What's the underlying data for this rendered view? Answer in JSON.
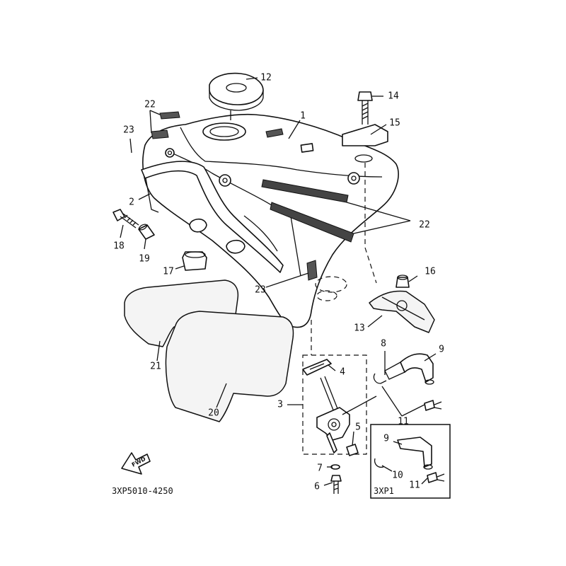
{
  "diagram": {
    "part_code": "3XP5010-4250",
    "direction_label": "FWD",
    "inset_label": "3XP1",
    "callouts": [
      {
        "id": "c12",
        "text": "12"
      },
      {
        "id": "c1",
        "text": "1"
      },
      {
        "id": "c14",
        "text": "14"
      },
      {
        "id": "c15",
        "text": "15"
      },
      {
        "id": "c22a",
        "text": "22"
      },
      {
        "id": "c23a",
        "text": "23"
      },
      {
        "id": "c2",
        "text": "2"
      },
      {
        "id": "c22b",
        "text": "22"
      },
      {
        "id": "c18",
        "text": "18"
      },
      {
        "id": "c19",
        "text": "19"
      },
      {
        "id": "c17",
        "text": "17"
      },
      {
        "id": "c16",
        "text": "16"
      },
      {
        "id": "c23b",
        "text": "23"
      },
      {
        "id": "c13",
        "text": "13"
      },
      {
        "id": "c8",
        "text": "8"
      },
      {
        "id": "c9a",
        "text": "9"
      },
      {
        "id": "c4",
        "text": "4"
      },
      {
        "id": "c3",
        "text": "3"
      },
      {
        "id": "c21",
        "text": "21"
      },
      {
        "id": "c20",
        "text": "20"
      },
      {
        "id": "c11a",
        "text": "11"
      },
      {
        "id": "c5",
        "text": "5"
      },
      {
        "id": "c9b",
        "text": "9"
      },
      {
        "id": "c7",
        "text": "7"
      },
      {
        "id": "c10",
        "text": "10"
      },
      {
        "id": "c11b",
        "text": "11"
      },
      {
        "id": "c6",
        "text": "6"
      }
    ]
  }
}
